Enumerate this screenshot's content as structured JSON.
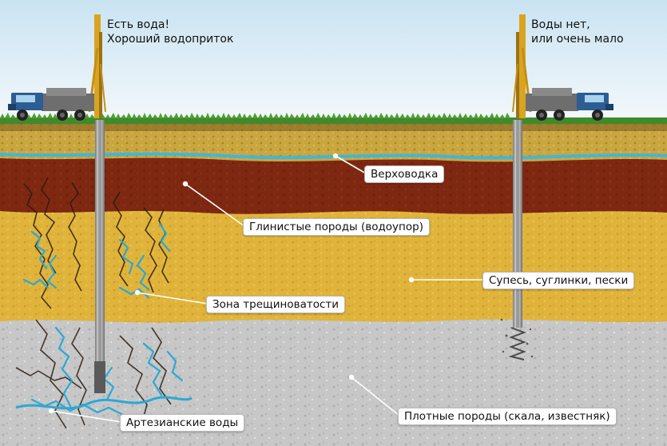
{
  "captions": {
    "left": {
      "line1": "Есть вода!",
      "line2": "Хороший водоприток"
    },
    "right": {
      "line1": "Воды нет,",
      "line2": "или очень мало"
    }
  },
  "labels": {
    "perched_water": "Верховодка",
    "clay": "Глинистые породы (водоупор)",
    "sandy_loam": "Супесь, суглинки, пески",
    "fracture_zone": "Зона трещиноватости",
    "artesian": "Артезианские воды",
    "dense_rock": "Плотные породы (скала, известняк)"
  },
  "colors": {
    "sky_top": "#c9e3f2",
    "sky_bottom": "#f4f8fb",
    "grass": "#3f8a2a",
    "topsoil": "#c9a640",
    "perched_water": "#3fb7d8",
    "clay": "#7e2812",
    "sand": "#e0b43a",
    "rock": "#c7c7c7",
    "water_cracks": "#2aa9d4",
    "truck_cab": "#2c5d93"
  }
}
